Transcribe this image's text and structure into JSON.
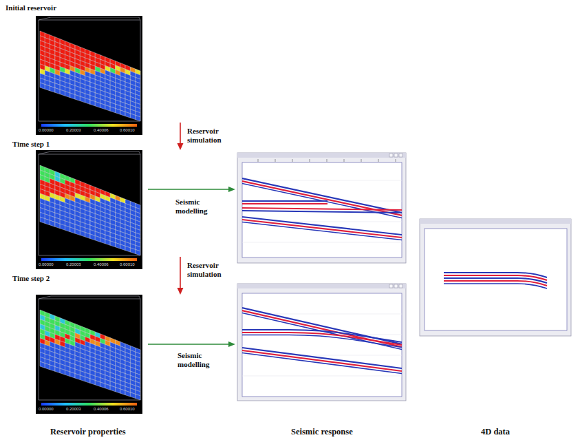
{
  "diagram": {
    "nodes": [
      {
        "text": [
          "Initial reservoir"
        ]
      },
      {
        "text": [
          "Time step 1"
        ]
      },
      {
        "text": [
          "Time step 2"
        ]
      }
    ],
    "edges": [
      {
        "from": 0,
        "to": 1,
        "arrow": "to",
        "label": "Reservoir simulation"
      },
      {
        "from": 1,
        "to": 2,
        "arrow": "to",
        "label": "Reservoir simulation"
      }
    ],
    "labels": [
      "Seismic modelling",
      "Seismic modelling",
      "Reservoir properties",
      "Seismic response",
      "4D data",
      "0.00000",
      "0.20003",
      "0.40006",
      "0.60010",
      "0.00000",
      "0.20003",
      "0.40006",
      "0.60010",
      "0.00000",
      "0.20003",
      "0.40006",
      "0.60010"
    ]
  }
}
